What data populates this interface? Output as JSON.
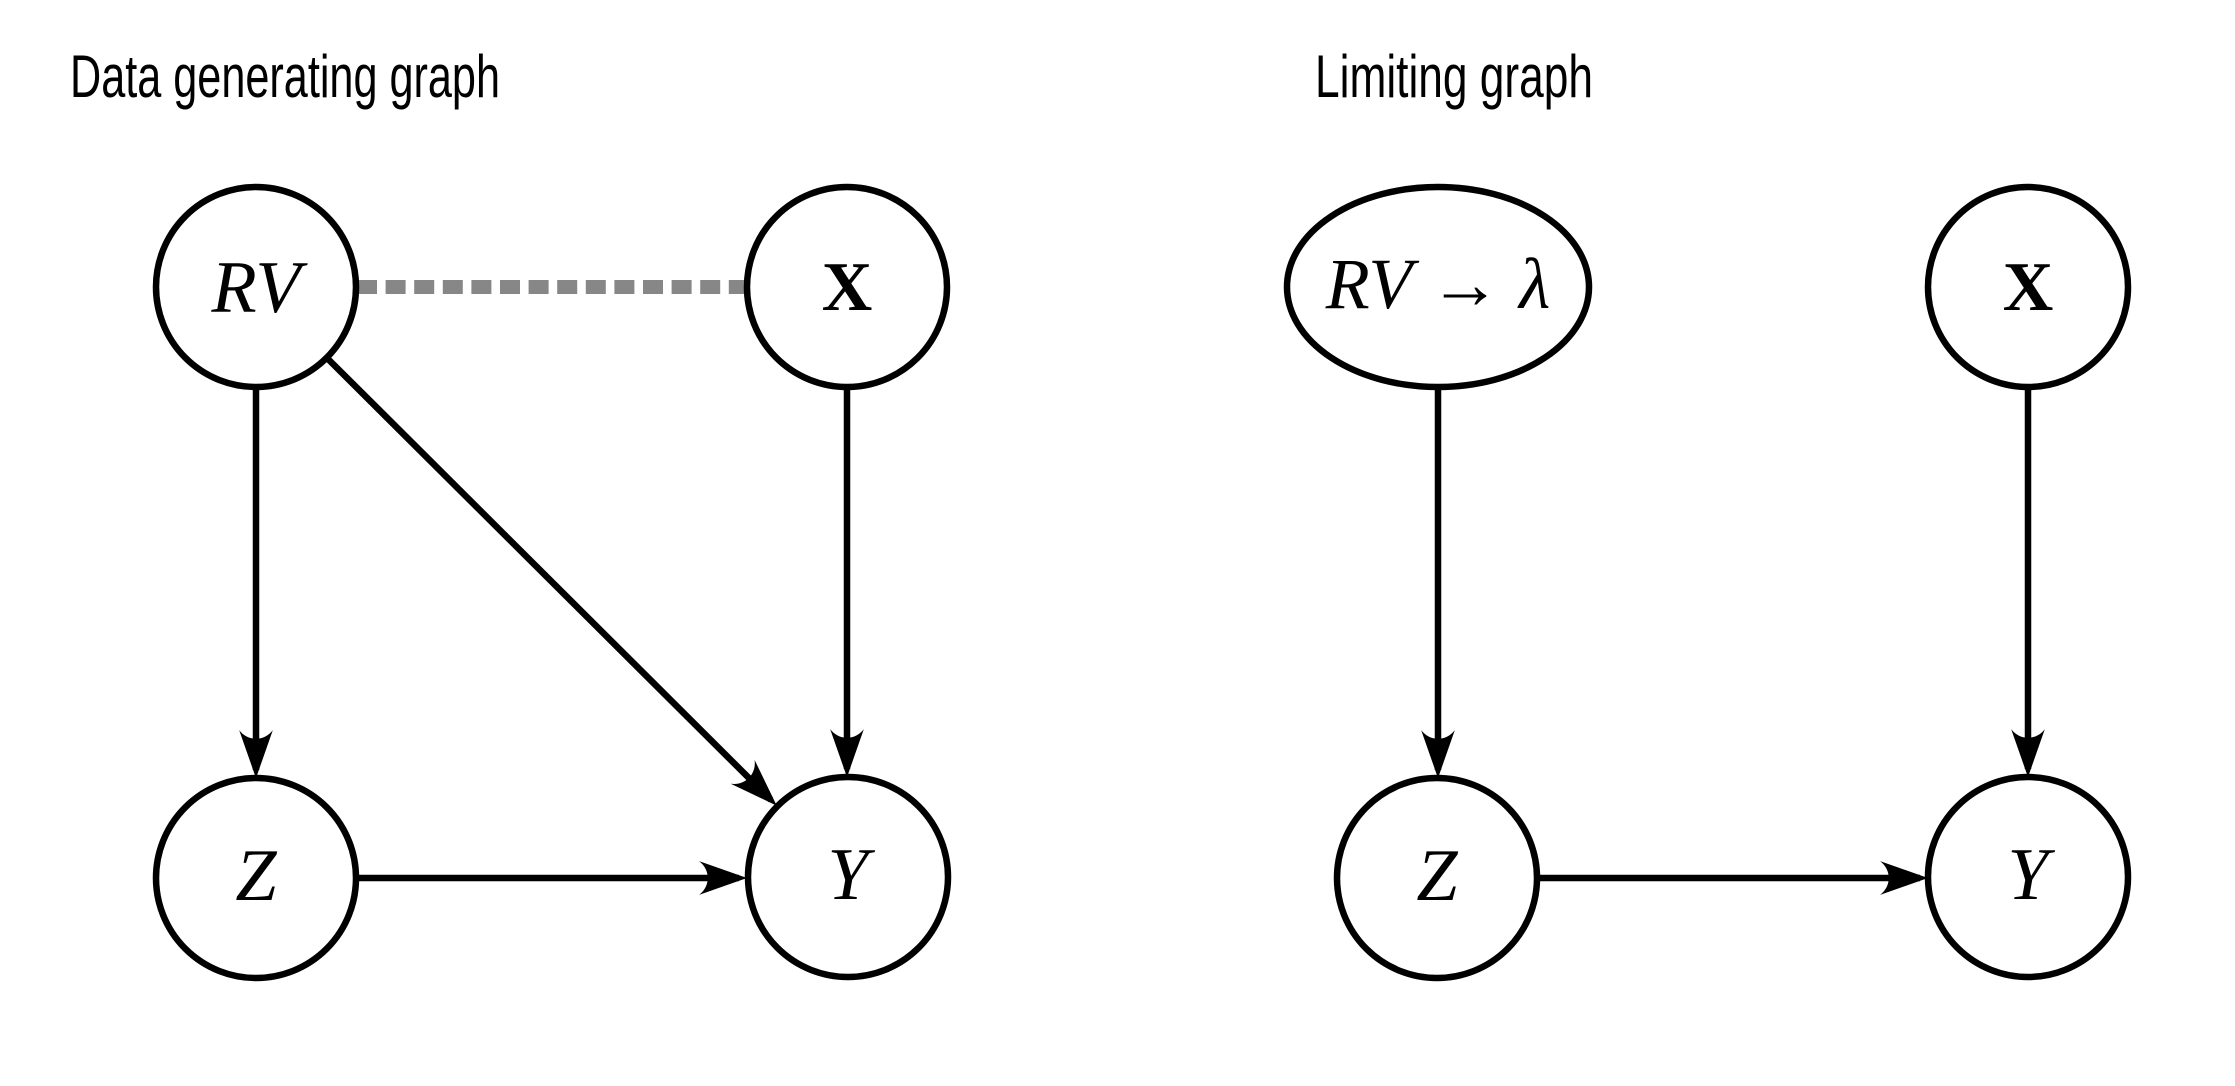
{
  "figure": {
    "left_graph": {
      "title": "Data generating graph",
      "nodes": {
        "rv": "RV",
        "x": "X",
        "z": "Z",
        "y": "Y"
      },
      "edges": [
        {
          "from": "RV",
          "to": "X",
          "style": "dashed-undirected-gray"
        },
        {
          "from": "RV",
          "to": "Z",
          "style": "arrow"
        },
        {
          "from": "RV",
          "to": "Y",
          "style": "arrow"
        },
        {
          "from": "X",
          "to": "Y",
          "style": "arrow"
        },
        {
          "from": "Z",
          "to": "Y",
          "style": "arrow"
        }
      ]
    },
    "right_graph": {
      "title": "Limiting graph",
      "nodes": {
        "rv_lambda": "RV → λ",
        "x": "X",
        "z": "Z",
        "y": "Y"
      },
      "edges": [
        {
          "from": "RV → λ",
          "to": "Z",
          "style": "arrow"
        },
        {
          "from": "X",
          "to": "Y",
          "style": "arrow"
        },
        {
          "from": "Z",
          "to": "Y",
          "style": "arrow"
        }
      ]
    },
    "colors": {
      "stroke": "#000000",
      "dashed_edge": "#878787",
      "node_fill": "#ffffff",
      "background": "#ffffff"
    }
  }
}
